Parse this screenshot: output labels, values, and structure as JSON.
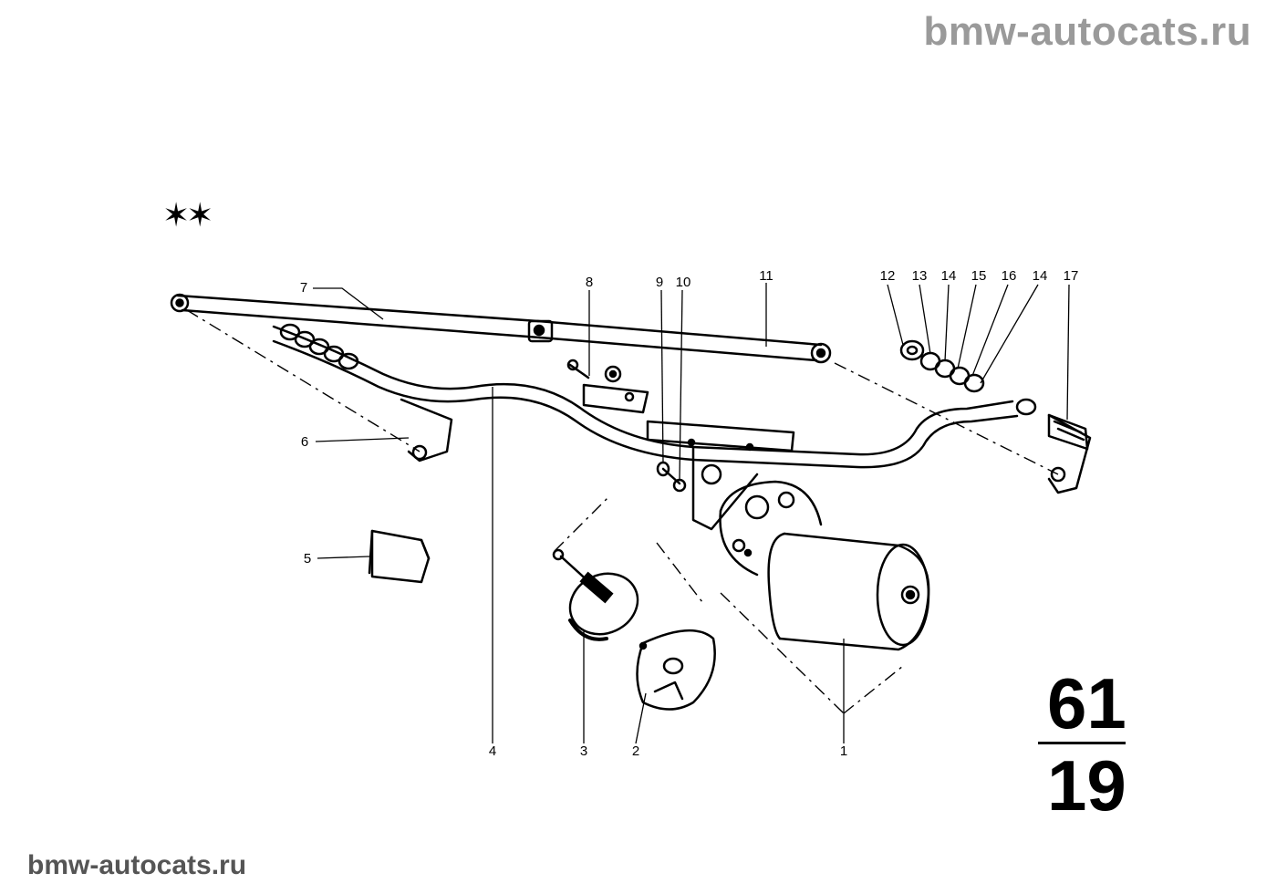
{
  "watermark_top": "bmw-autocats.ru",
  "watermark_bottom": "bmw-autocats.ru",
  "stars": "✶✶",
  "group_number": "61",
  "sheet_number": "19",
  "callouts": [
    "1",
    "2",
    "3",
    "4",
    "5",
    "6",
    "7",
    "8",
    "9",
    "10",
    "11",
    "12",
    "13",
    "14",
    "15",
    "16",
    "14",
    "17"
  ],
  "colors": {
    "line": "#000000",
    "watermark": "#9a9a9a",
    "background": "#ffffff"
  }
}
